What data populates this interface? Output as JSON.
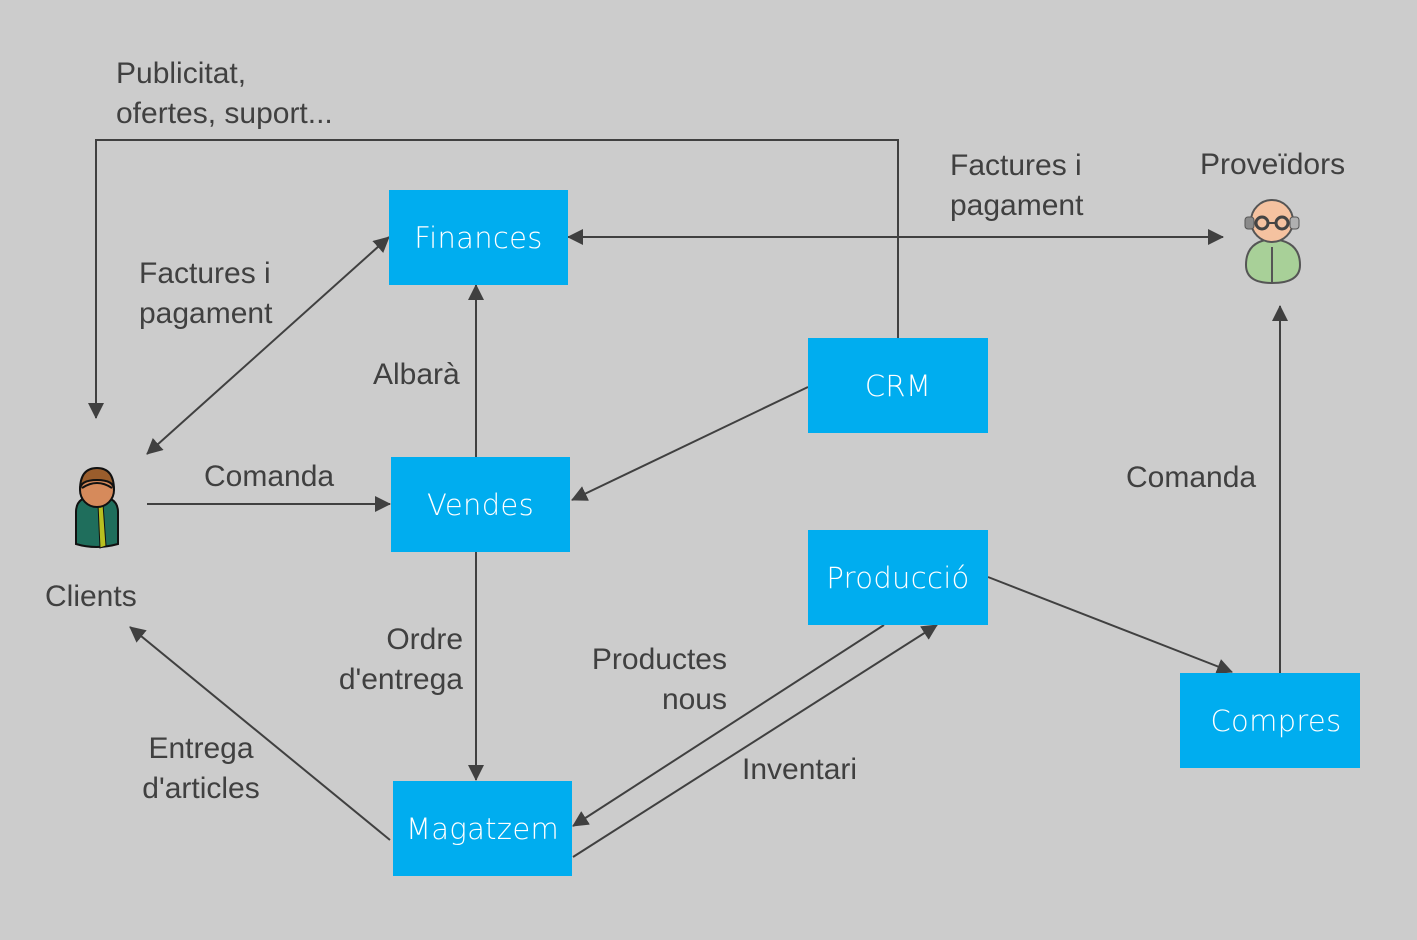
{
  "diagram": {
    "background": "#cccccc",
    "box_color": "#00adef",
    "line_color": "#404040",
    "nodes": {
      "finances": "Finances",
      "vendes": "Vendes",
      "crm": "CRM",
      "produccio": "Producció",
      "magatzem": "Magatzem",
      "compres": "Compres"
    },
    "actors": {
      "clients": {
        "label": "Clients",
        "icon": "customer-person-icon"
      },
      "proveidors": {
        "label": "Proveïdors",
        "icon": "supplier-person-icon"
      }
    },
    "edge_labels": {
      "publicitat": [
        "Publicitat,",
        "ofertes, suport..."
      ],
      "factures_clients": [
        "Factures i",
        "pagament"
      ],
      "factures_proveidors": [
        "Factures i",
        "pagament"
      ],
      "albara": "Albarà",
      "comanda_clients": "Comanda",
      "comanda_compres": "Comanda",
      "ordre_entrega": [
        "Ordre",
        "d'entrega"
      ],
      "productes_nous": [
        "Productes",
        "nous"
      ],
      "inventari": "Inventari",
      "entrega_articles": [
        "Entrega",
        "d'articles"
      ]
    },
    "edges": [
      {
        "from": "CRM",
        "to": "Clients",
        "label": "Publicitat, ofertes, suport..."
      },
      {
        "from": "Clients",
        "to": "Finances",
        "label": "Factures i pagament",
        "bidirectional": true
      },
      {
        "from": "Finances",
        "to": "Proveïdors",
        "label": "Factures i pagament",
        "bidirectional": true
      },
      {
        "from": "Vendes",
        "to": "Finances",
        "label": "Albarà"
      },
      {
        "from": "Clients",
        "to": "Vendes",
        "label": "Comanda"
      },
      {
        "from": "CRM",
        "to": "Vendes",
        "label": ""
      },
      {
        "from": "Vendes",
        "to": "Magatzem",
        "label": "Ordre d'entrega"
      },
      {
        "from": "Magatzem",
        "to": "Clients",
        "label": "Entrega d'articles"
      },
      {
        "from": "Producció",
        "to": "Magatzem",
        "label": "Productes nous"
      },
      {
        "from": "Magatzem",
        "to": "Producció",
        "label": "Inventari"
      },
      {
        "from": "Producció",
        "to": "Compres",
        "label": ""
      },
      {
        "from": "Compres",
        "to": "Proveïdors",
        "label": "Comanda"
      }
    ]
  }
}
